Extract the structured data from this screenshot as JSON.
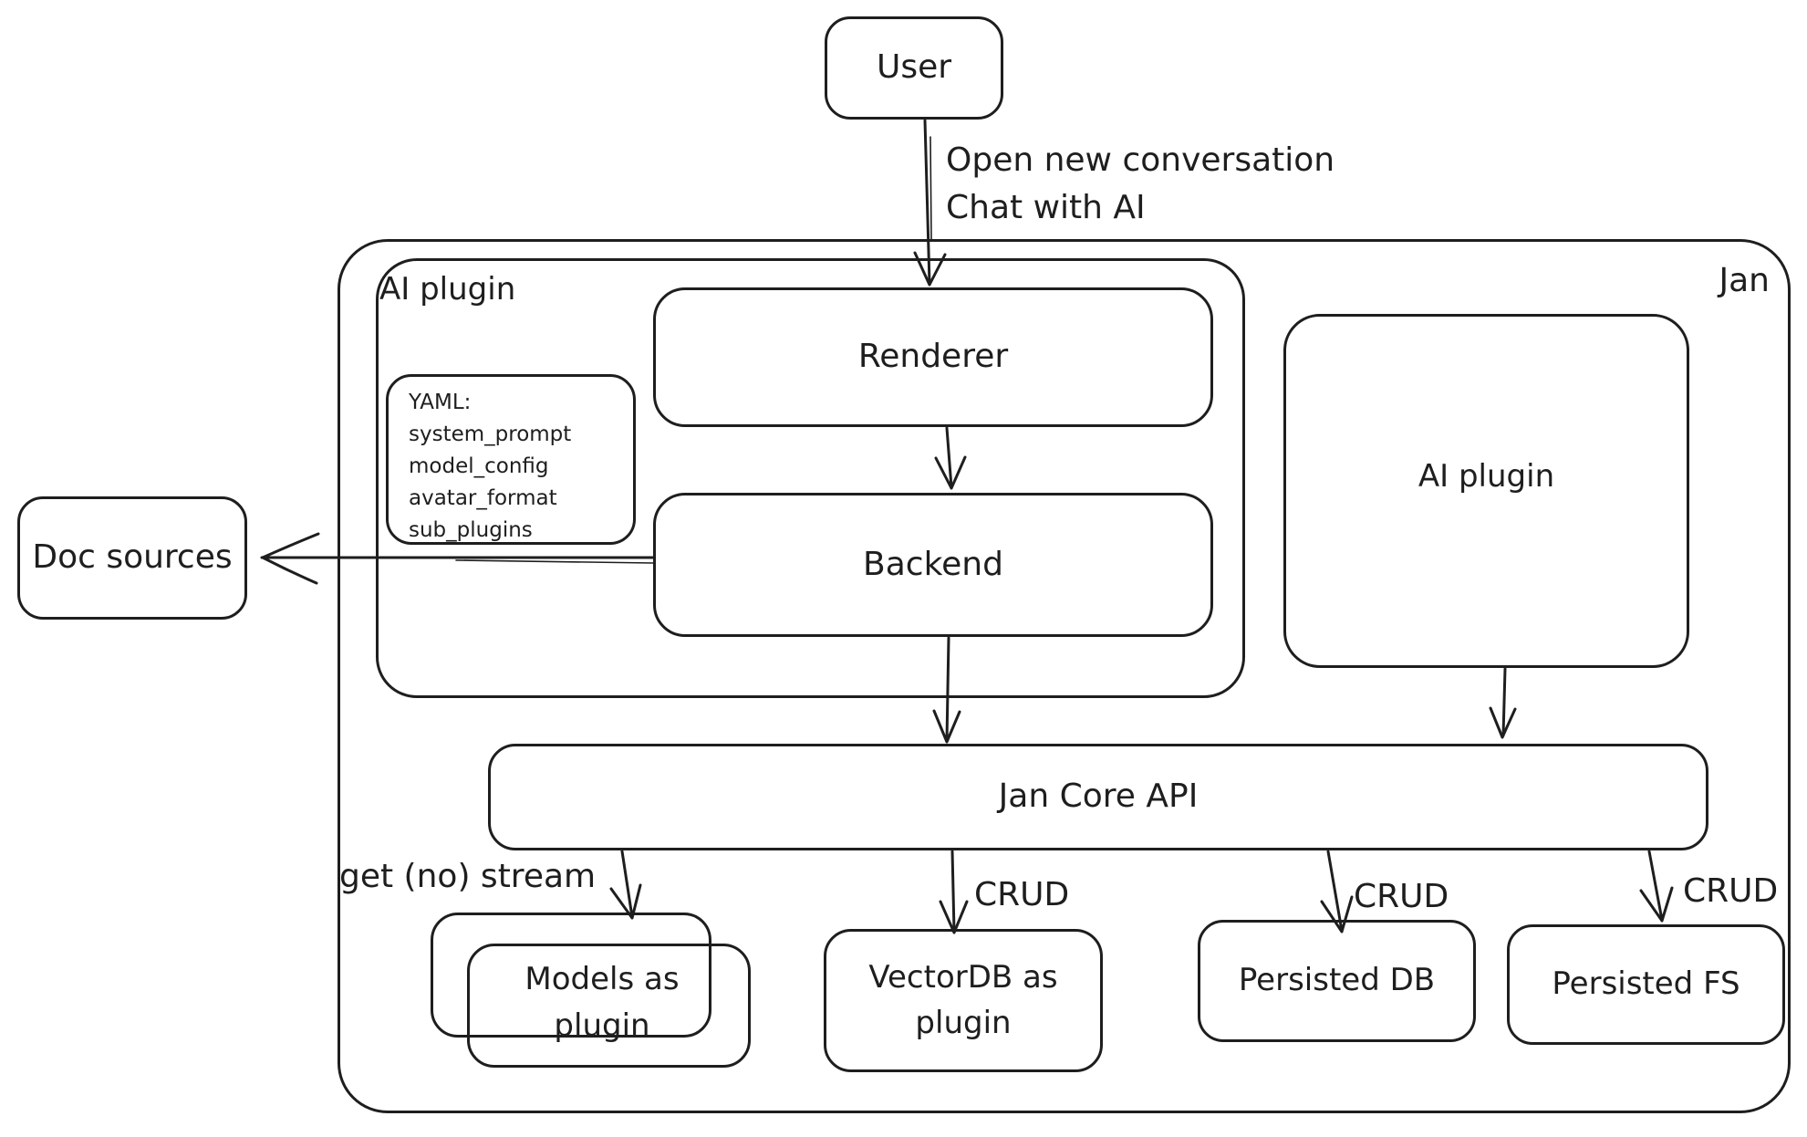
{
  "colors": {
    "stroke": "#1e1e1e",
    "background": "#ffffff"
  },
  "outer": {
    "label": "Jan"
  },
  "nodes": {
    "user": {
      "label": "User"
    },
    "ai_plugin_group": {
      "label": "AI plugin"
    },
    "yaml_note": {
      "lines": [
        "YAML:",
        "system_prompt",
        "model_config",
        "avatar_format",
        "sub_plugins"
      ]
    },
    "renderer": {
      "label": "Renderer"
    },
    "backend": {
      "label": "Backend"
    },
    "ai_plugin_box": {
      "label": "AI plugin"
    },
    "doc_sources": {
      "label": "Doc sources"
    },
    "jan_core_api": {
      "label": "Jan Core API"
    },
    "models_as_plugin": {
      "label": "Models as plugin"
    },
    "vectordb_as_plugin": {
      "label": "VectorDB as plugin"
    },
    "persisted_db": {
      "label": "Persisted DB"
    },
    "persisted_fs": {
      "label": "Persisted FS"
    }
  },
  "edges": {
    "user_flow": {
      "line1": "Open new conversation",
      "line2": "Chat with AI"
    },
    "models_call": {
      "label": "get (no) stream"
    },
    "vectordb_call": {
      "label": "CRUD"
    },
    "persisted_db_call": {
      "label": "CRUD"
    },
    "persisted_fs_call": {
      "label": "CRUD"
    }
  }
}
